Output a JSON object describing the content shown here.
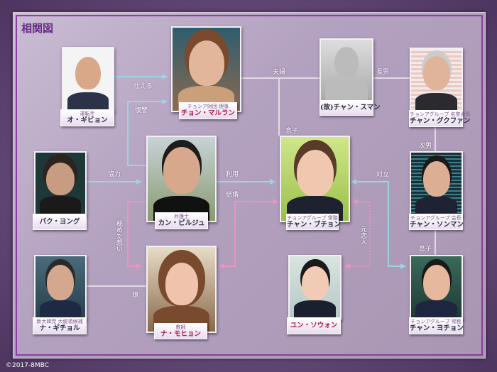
{
  "title": "相関図",
  "copyright": "©2017-8MBC",
  "colors": {
    "blue_line": "#9fd3e4",
    "pink_line": "#e994c1",
    "gray_line": "#e2dae6",
    "frame": "#8a3fa0"
  },
  "characters": {
    "oh": {
      "role": "運転手",
      "name": "オ・ギビョン"
    },
    "jeon": {
      "role": "チョンア財団 理事",
      "name": "チョン・マルラン"
    },
    "suman": {
      "role": "",
      "name": "(故)チャン・スマン"
    },
    "gukhwan": {
      "role": "チョンアグループ 名誉会長",
      "name": "チャン・グクファン"
    },
    "park": {
      "role": "",
      "name": "パク・ヨング"
    },
    "kang": {
      "role": "弁護士",
      "name": "カン・ピルジュ"
    },
    "bucheon": {
      "role": "チョンアグループ 常務",
      "name": "チャン・ブチョン"
    },
    "sonman": {
      "role": "チョンアグループ 会長",
      "name": "チャン・ソンマン"
    },
    "gichol": {
      "role": "新大韓党 大統領候補",
      "name": "ナ・ギチョル"
    },
    "mohyon": {
      "role": "教師",
      "name": "ナ・モヒョン"
    },
    "sowon": {
      "role": "",
      "name": "ユン・ソウォン"
    },
    "yochon": {
      "role": "チョンアグループ 常務",
      "name": "チャン・ヨチョン"
    }
  },
  "relations": {
    "serve": "仕える",
    "revenge": "復讐",
    "cooperate": "協力",
    "use": "利用",
    "marriage": "結婚",
    "secret_love": "秘めた想い",
    "couple": "夫婦",
    "eldest_son": "長男",
    "son1": "息子",
    "second_son": "次男",
    "son2": "息子",
    "conflict": "対立",
    "ex_lover": "元恋人",
    "daughter": "娘"
  }
}
